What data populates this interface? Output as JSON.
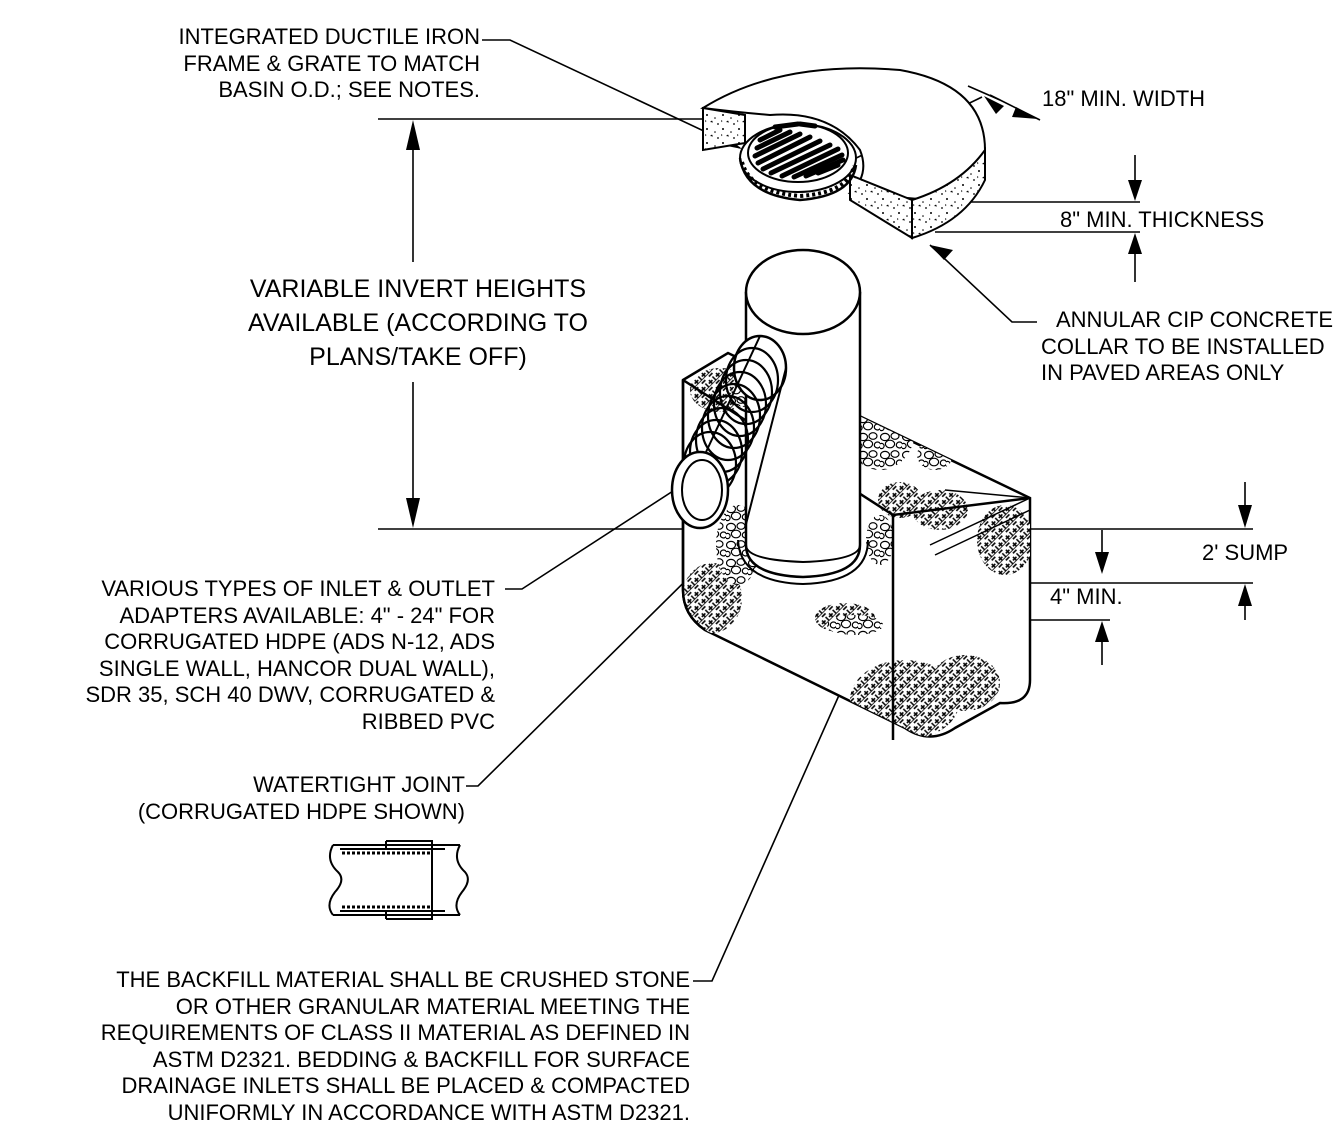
{
  "callouts": {
    "frame_grate": [
      "INTEGRATED DUCTILE IRON",
      "FRAME & GRATE TO MATCH",
      "BASIN O.D.; SEE NOTES."
    ],
    "invert_heights": [
      "VARIABLE INVERT HEIGHTS",
      "AVAILABLE (ACCORDING TO",
      "PLANS/TAKE OFF)"
    ],
    "adapters": [
      "VARIOUS TYPES OF INLET & OUTLET",
      "ADAPTERS AVAILABLE:  4\" - 24\" FOR",
      "CORRUGATED HDPE (ADS N-12, ADS",
      "SINGLE WALL, HANCOR DUAL WALL),",
      "SDR 35, SCH 40 DWV, CORRUGATED &",
      "RIBBED PVC"
    ],
    "joint": [
      "WATERTIGHT JOINT",
      "(CORRUGATED HDPE SHOWN)"
    ],
    "backfill": [
      "THE BACKFILL MATERIAL SHALL BE CRUSHED STONE",
      "OR OTHER GRANULAR MATERIAL MEETING THE",
      "REQUIREMENTS OF CLASS II MATERIAL AS DEFINED IN",
      "ASTM D2321.  BEDDING & BACKFILL FOR SURFACE",
      "DRAINAGE INLETS SHALL BE PLACED & COMPACTED",
      "UNIFORMLY IN ACCORDANCE WITH ASTM D2321."
    ],
    "collar": [
      "ANNULAR CIP CONCRETE",
      "COLLAR TO BE INSTALLED",
      "IN PAVED AREAS ONLY"
    ]
  },
  "dimensions": {
    "width": "18\" MIN. WIDTH",
    "thickness": "8\" MIN. THICKNESS",
    "sump": "2' SUMP",
    "min": "4\" MIN."
  }
}
